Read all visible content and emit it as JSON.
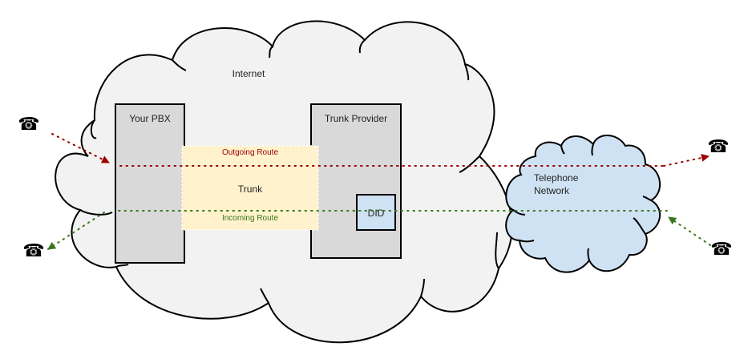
{
  "diagram": {
    "internet_cloud": {
      "label": "Internet",
      "fill": "#f2f2f2",
      "stroke": "#000000"
    },
    "telephone_cloud": {
      "label_line1": "Telephone",
      "label_line2": "Network",
      "fill": "#cfe2f3",
      "stroke": "#000000"
    },
    "pbx_box": {
      "label": "Your PBX",
      "fill": "#d9d9d9"
    },
    "provider_box": {
      "label": "Trunk Provider",
      "fill": "#d9d9d9"
    },
    "trunk_box": {
      "label": "Trunk",
      "fill": "#fff2cc"
    },
    "did_box": {
      "label": "DID",
      "fill": "#cfe2f3"
    },
    "outgoing_route": {
      "label": "Outgoing Route",
      "color": "#990000"
    },
    "incoming_route": {
      "label": "Incoming Route",
      "color": "#38761d"
    },
    "phones": [
      {
        "role": "outgoing-source",
        "glyph": "☎"
      },
      {
        "role": "incoming-destination",
        "glyph": "☎"
      },
      {
        "role": "outgoing-destination",
        "glyph": "☎"
      },
      {
        "role": "incoming-source",
        "glyph": "☎"
      }
    ]
  }
}
